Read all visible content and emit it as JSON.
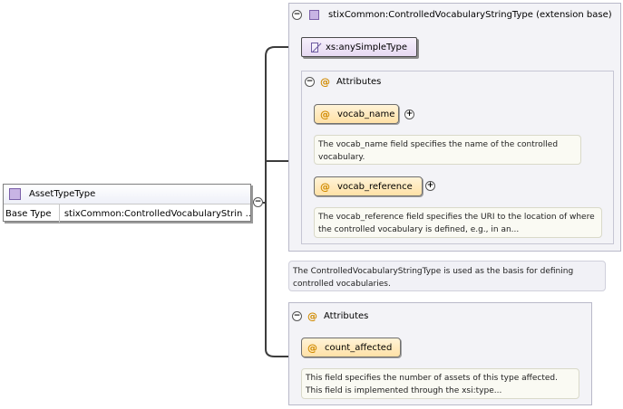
{
  "type_box": {
    "name": "AssetTypeType",
    "base_type_label": "Base Type",
    "base_type_value": "stixCommon:ControlledVocabularyStrin ..."
  },
  "extension": {
    "title": "stixCommon:ControlledVocabularyStringType (extension base)",
    "simple_type": "xs:anySimpleType",
    "attributes_label": "Attributes",
    "attributes": [
      {
        "name": "vocab_name",
        "doc": "The vocab_name field specifies the name of the controlled vocabulary."
      },
      {
        "name": "vocab_reference",
        "doc": "The vocab_reference field specifies the URI to the location of where the controlled vocabulary is defined, e.g., in an..."
      }
    ],
    "doc": "The ControlledVocabularyStringType is used as the basis for defining controlled vocabularies."
  },
  "own_attributes": {
    "label": "Attributes",
    "attributes": [
      {
        "name": "count_affected",
        "doc": "This field specifies the number of assets of this type affected. This field is implemented through the xsi:type..."
      }
    ]
  },
  "toggles": {
    "collapse": "−",
    "expand": "+"
  },
  "colors": {
    "connector": "#3c3c3c",
    "attribute_icon": "#d08a00",
    "type_icon": "#c8b4e4"
  }
}
